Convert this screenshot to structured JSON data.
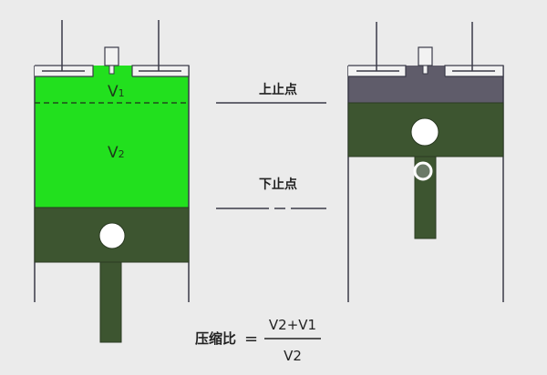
{
  "labels": {
    "v1": "V",
    "v1_sub": "1",
    "v2": "V",
    "v2_sub": "2",
    "top_dead_center": "上止点",
    "bottom_dead_center": "下止点"
  },
  "formula": {
    "label": "压缩比",
    "equals": "=",
    "numerator": "V2+V1",
    "denominator": "V2"
  },
  "colors": {
    "chamber_green": "#22e01e",
    "piston": "#3d5530",
    "compressed_gas": "#5f5c6a",
    "outline": "#3a3a48",
    "background": "#ebebeb"
  }
}
